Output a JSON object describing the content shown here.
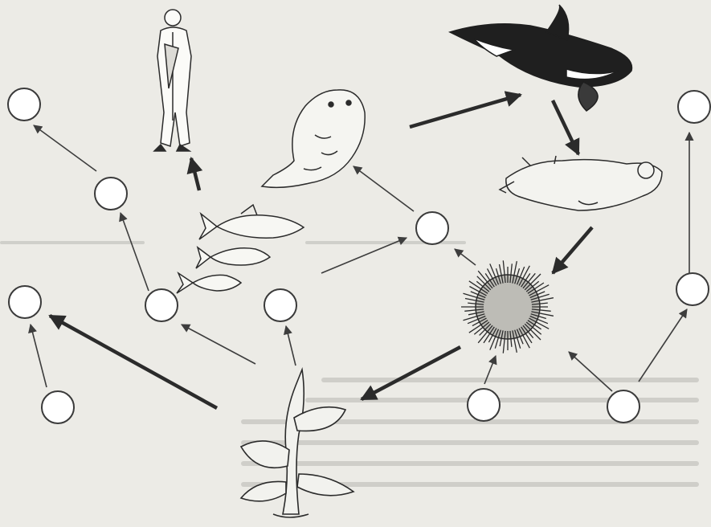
{
  "organisms": [
    "human",
    "tuna",
    "seal",
    "orca",
    "sea-otter",
    "sea-urchin",
    "kelp"
  ],
  "colors": {
    "background": "#ecebe6",
    "ink": "#2b2b2b",
    "node_fill": "#ffffff"
  },
  "legend_text": []
}
